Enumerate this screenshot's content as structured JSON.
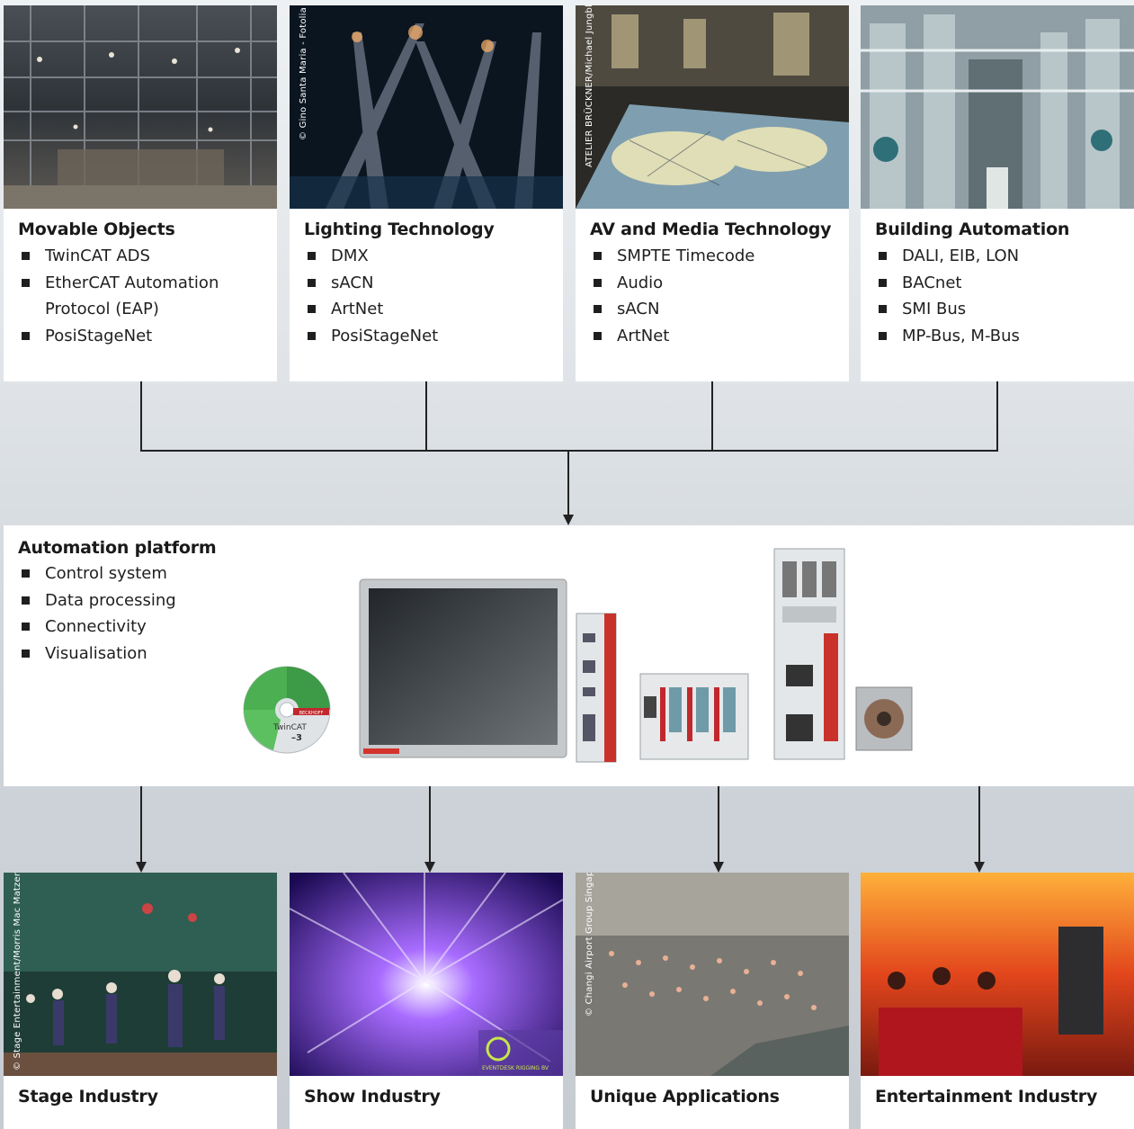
{
  "top_cards": [
    {
      "title": "Movable Objects",
      "items": [
        "TwinCAT ADS",
        "EtherCAT Automation",
        "Protocol (EAP)",
        "PosiStageNet"
      ],
      "credit": ""
    },
    {
      "title": "Lighting Technology",
      "items": [
        "DMX",
        "sACN",
        "ArtNet",
        "PosiStageNet"
      ],
      "credit": "© Gino Santa Maria - Fotolia"
    },
    {
      "title": "AV and Media Technology",
      "items": [
        "SMPTE Timecode",
        "Audio",
        "sACN",
        "ArtNet"
      ],
      "credit": "ATELIER BRÜCKNER/Michael Jungblut"
    },
    {
      "title": "Building Automation",
      "items": [
        "DALI, EIB, LON",
        "BACnet",
        "SMI Bus",
        "MP-Bus, M-Bus"
      ],
      "credit": ""
    }
  ],
  "platform": {
    "title": "Automation platform",
    "items": [
      "Control system",
      "Data processing",
      "Connectivity",
      "Visualisation"
    ],
    "product_labels": {
      "cd_brand": "TwinCAT",
      "cd_version": "3",
      "maker": "BECKHOFF"
    }
  },
  "bottom_cards": [
    {
      "title": "Stage Industry",
      "credit": "© Stage Entertainment/Morris Mac Matzen"
    },
    {
      "title": "Show Industry",
      "credit": "",
      "logo_text": "EVENTDESK RIGGING BV"
    },
    {
      "title": "Unique Applications",
      "credit": "© Changi Airport Group Singapore"
    },
    {
      "title": "Entertainment Industry",
      "credit": ""
    }
  ]
}
